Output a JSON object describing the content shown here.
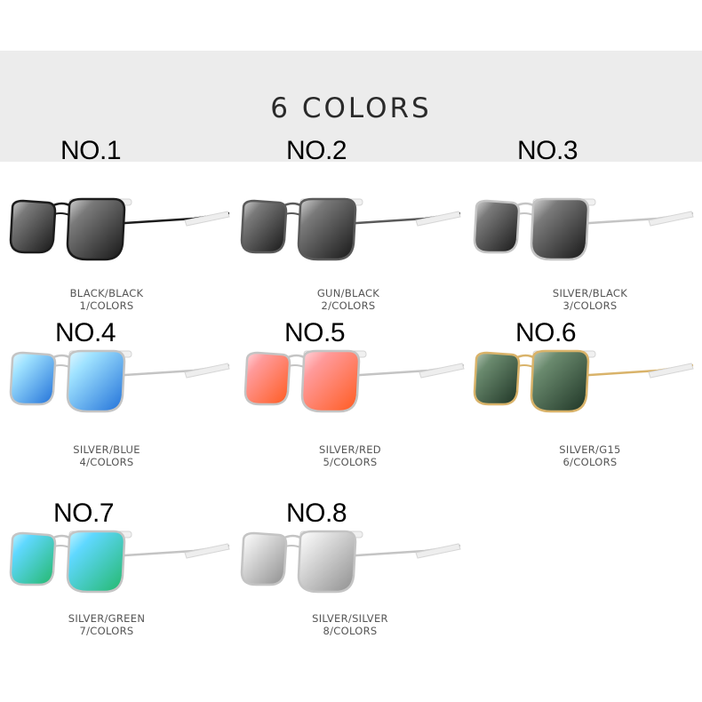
{
  "banner": {
    "title": "6 COLORS"
  },
  "items": [
    {
      "no": "NO.1",
      "line1": "BLACK/BLACK",
      "line2": "1/COLORS",
      "frame": "#1c1c1c",
      "lens_a": "#7a7a7a",
      "lens_b": "#161616",
      "lens_hi": "#d8d8d8"
    },
    {
      "no": "NO.2",
      "line1": "GUN/BLACK",
      "line2": "2/COLORS",
      "frame": "#5a5a5a",
      "lens_a": "#7a7a7a",
      "lens_b": "#161616",
      "lens_hi": "#d8d8d8"
    },
    {
      "no": "NO.3",
      "line1": "SILVER/BLACK",
      "line2": "3/COLORS",
      "frame": "#c4c4c4",
      "lens_a": "#7a7a7a",
      "lens_b": "#161616",
      "lens_hi": "#d8d8d8"
    },
    {
      "no": "NO.4",
      "line1": "SILVER/BLUE",
      "line2": "4/COLORS",
      "frame": "#c4c4c4",
      "lens_a": "#9fe2ff",
      "lens_b": "#1f6fd8",
      "lens_hi": "#e6f8ff"
    },
    {
      "no": "NO.5",
      "line1": "SILVER/RED",
      "line2": "5/COLORS",
      "frame": "#c4c4c4",
      "lens_a": "#ff9a9a",
      "lens_b": "#ff5a1e",
      "lens_hi": "#ffd8e0"
    },
    {
      "no": "NO.6",
      "line1": "SILVER/G15",
      "line2": "6/COLORS",
      "frame": "#d9b36a",
      "lens_a": "#6a8a6e",
      "lens_b": "#1d3324",
      "lens_hi": "#b8c8b8"
    },
    {
      "no": "NO.7",
      "line1": "SILVER/GREEN",
      "line2": "7/COLORS",
      "frame": "#c4c4c4",
      "lens_a": "#5fd8ff",
      "lens_b": "#23b86a",
      "lens_hi": "#c8f4ff"
    },
    {
      "no": "NO.8",
      "line1": "SILVER/SILVER",
      "line2": "8/COLORS",
      "frame": "#c4c4c4",
      "lens_a": "#e4e4e4",
      "lens_b": "#8e8e8e",
      "lens_hi": "#ffffff"
    }
  ]
}
